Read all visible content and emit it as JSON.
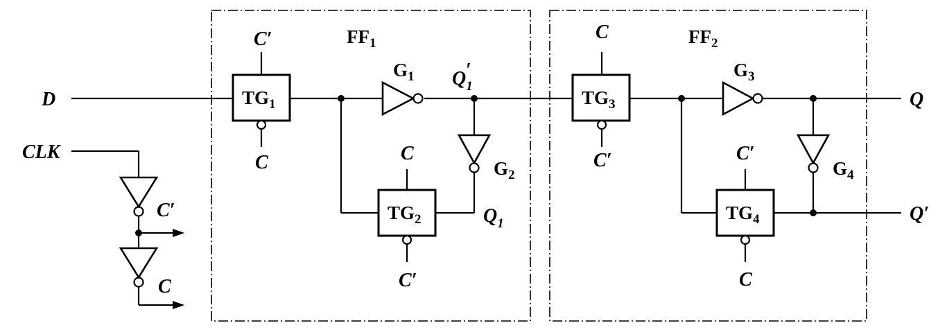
{
  "inputs": {
    "d": "D",
    "clk": "CLK"
  },
  "outputs": {
    "q": "Q",
    "q_bar": "Q′"
  },
  "clock_labels": {
    "c_prime": "C′",
    "c": "C"
  },
  "ff1": {
    "title": "FF",
    "title_sub": "1",
    "tg1": {
      "name": "TG",
      "sub": "1",
      "top": "C′",
      "bottom": "C"
    },
    "g1": {
      "name": "G",
      "sub": "1"
    },
    "q1_prime": {
      "name": "Q",
      "sub": "1",
      "sup": "′"
    },
    "g2": {
      "name": "G",
      "sub": "2"
    },
    "tg2": {
      "name": "TG",
      "sub": "2",
      "top": "C",
      "bottom": "C′"
    },
    "q1": {
      "name": "Q",
      "sub": "1"
    }
  },
  "ff2": {
    "title": "FF",
    "title_sub": "2",
    "tg3": {
      "name": "TG",
      "sub": "3",
      "top": "C",
      "bottom": "C′"
    },
    "g3": {
      "name": "G",
      "sub": "3"
    },
    "g4": {
      "name": "G",
      "sub": "4"
    },
    "tg4": {
      "name": "TG",
      "sub": "4",
      "top": "C′",
      "bottom": "C"
    }
  }
}
